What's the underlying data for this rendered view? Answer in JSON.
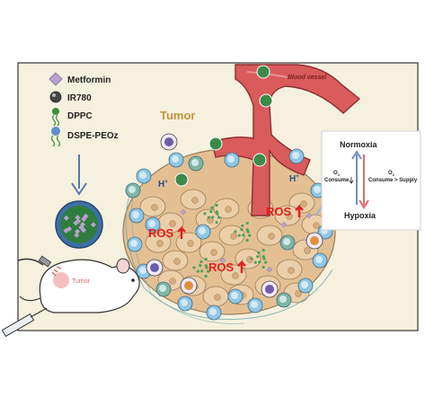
{
  "legend": {
    "items": [
      {
        "label": "Metformin",
        "icon": "diamond-icon",
        "color": "#b9a2cf"
      },
      {
        "label": "IR780",
        "icon": "sphere-icon",
        "color": "#444444"
      },
      {
        "label": "DPPC",
        "icon": "lipid-icon",
        "color": "#3f8f3a"
      },
      {
        "label": "DSPE-PEOz",
        "icon": "lipid-icon",
        "color": "#5f8fcc"
      }
    ]
  },
  "labels": {
    "tumor": "Tumor",
    "blood_vessel": "Blood vessel",
    "mouse_tumor": "Tumor",
    "proton_left": "H",
    "proton_right": "H",
    "proton_sup": "+"
  },
  "ros": [
    {
      "text": "ROS"
    },
    {
      "text": "ROS"
    },
    {
      "text": "ROS"
    }
  ],
  "oxygen_box": {
    "normoxia": "Normoxia",
    "hypoxia": "Hypoxia",
    "o2": "O",
    "o2_sub": "2",
    "consume_left": "Consume",
    "consume_right": "Consume > Supply"
  },
  "colors": {
    "frame_bg": "#f6f1df",
    "vessel": "#d95b5b",
    "tumor_text": "#c69240",
    "ros_text": "#e0201f",
    "cell_fill": "#eccfa8",
    "immune_blue": "#8fc7e6"
  }
}
